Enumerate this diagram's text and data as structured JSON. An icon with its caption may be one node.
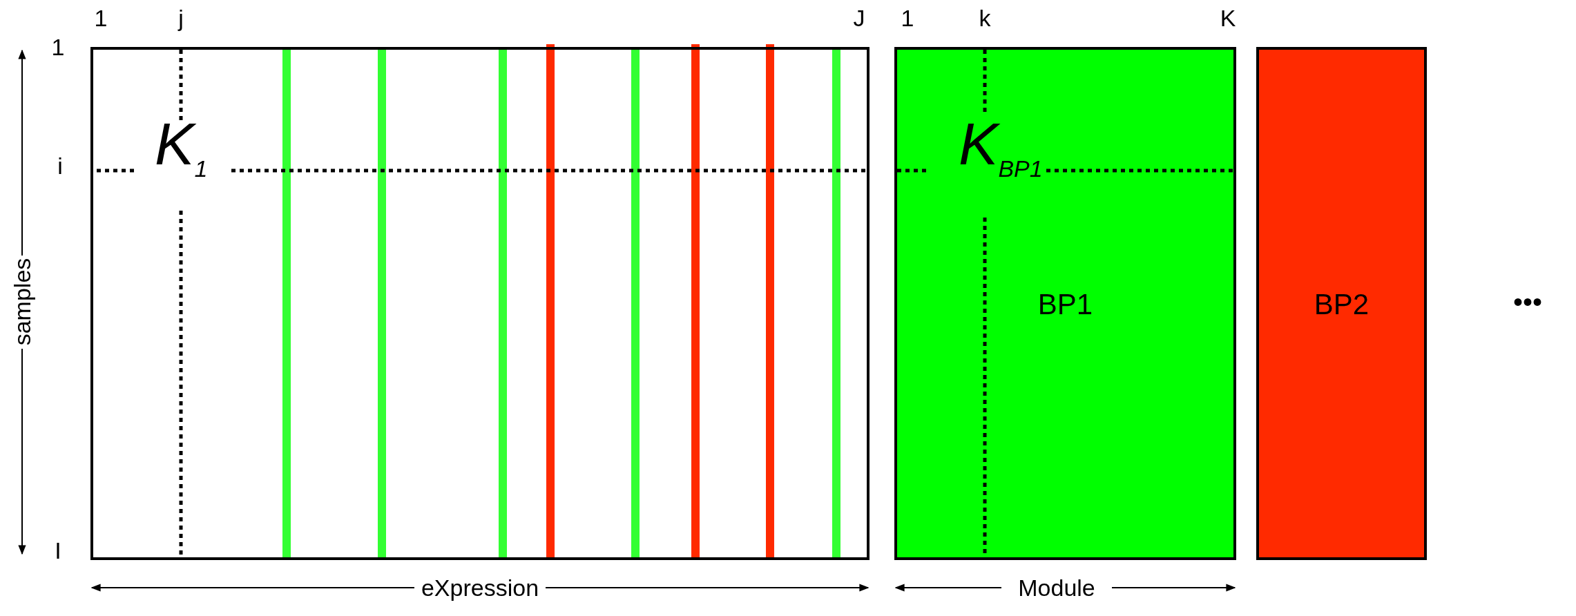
{
  "diagram": {
    "nodes": [
      {
        "text": [
          "K$_{1}$"
        ]
      },
      {
        "text": [
          "K$_{BP1}$",
          "BP1"
        ]
      },
      {
        "text": [
          "BP2"
        ]
      }
    ],
    "labels": [
      "1",
      "j",
      "J",
      "1",
      "k",
      "K",
      "1",
      "i",
      "samples",
      "I",
      "eXpression",
      "Module",
      "•••"
    ]
  }
}
